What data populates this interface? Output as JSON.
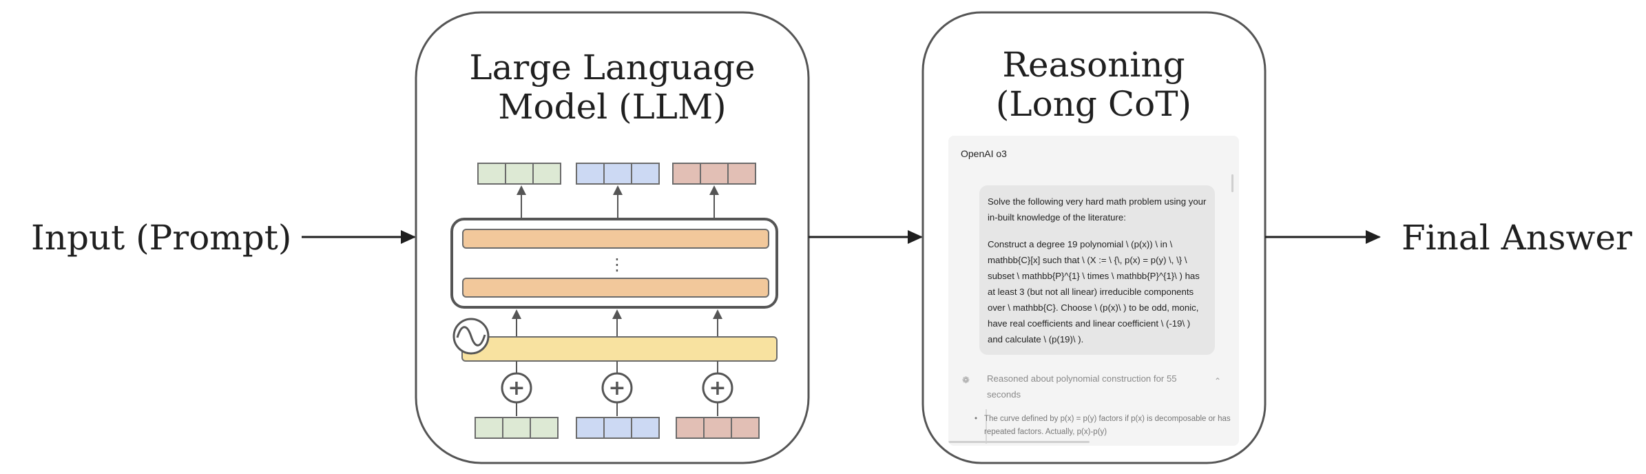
{
  "input_label": "Input (Prompt)",
  "output_label": "Final Answer",
  "llm": {
    "title_line1": "Large Language",
    "title_line2": "Model (LLM)",
    "ellipsis": "⋮",
    "plus": "+",
    "colors": {
      "green": "#dde9d4",
      "blue": "#ccd9f3",
      "red": "#e2bfb5",
      "layer_orange": "#f2c89b",
      "layer_yellow": "#f8e2a0",
      "stroke": "#555555"
    }
  },
  "reasoning": {
    "title_line1": "Reasoning",
    "title_line2": "(Long CoT)",
    "chat": {
      "model_name": "OpenAI o3",
      "prompt_para1": "Solve the following very hard math problem using your in-built knowledge of the literature:",
      "prompt_para2": "Construct a degree 19 polynomial \\ (p(x)) \\ in \\ mathbb{C}[x] such that \\ (X := \\ {\\, p(x) = p(y) \\, \\} \\ subset \\ mathbb{P}^{1} \\ times \\ mathbb{P}^{1}\\ ) has at least 3 (but not all linear) irreducible components over \\ mathbb{C}. Choose \\ (p(x)\\ ) to be odd, monic, have real coefficients and linear coefficient \\ (-19\\ ) and calculate \\ (p(19)\\ ).",
      "reasoned_text": "Reasoned about polynomial construction for 55 seconds",
      "bullet_text": "The curve defined by p(x) = p(y) factors if p(x) is decomposable or has repeated factors. Actually, p(x)-p(y)"
    }
  }
}
